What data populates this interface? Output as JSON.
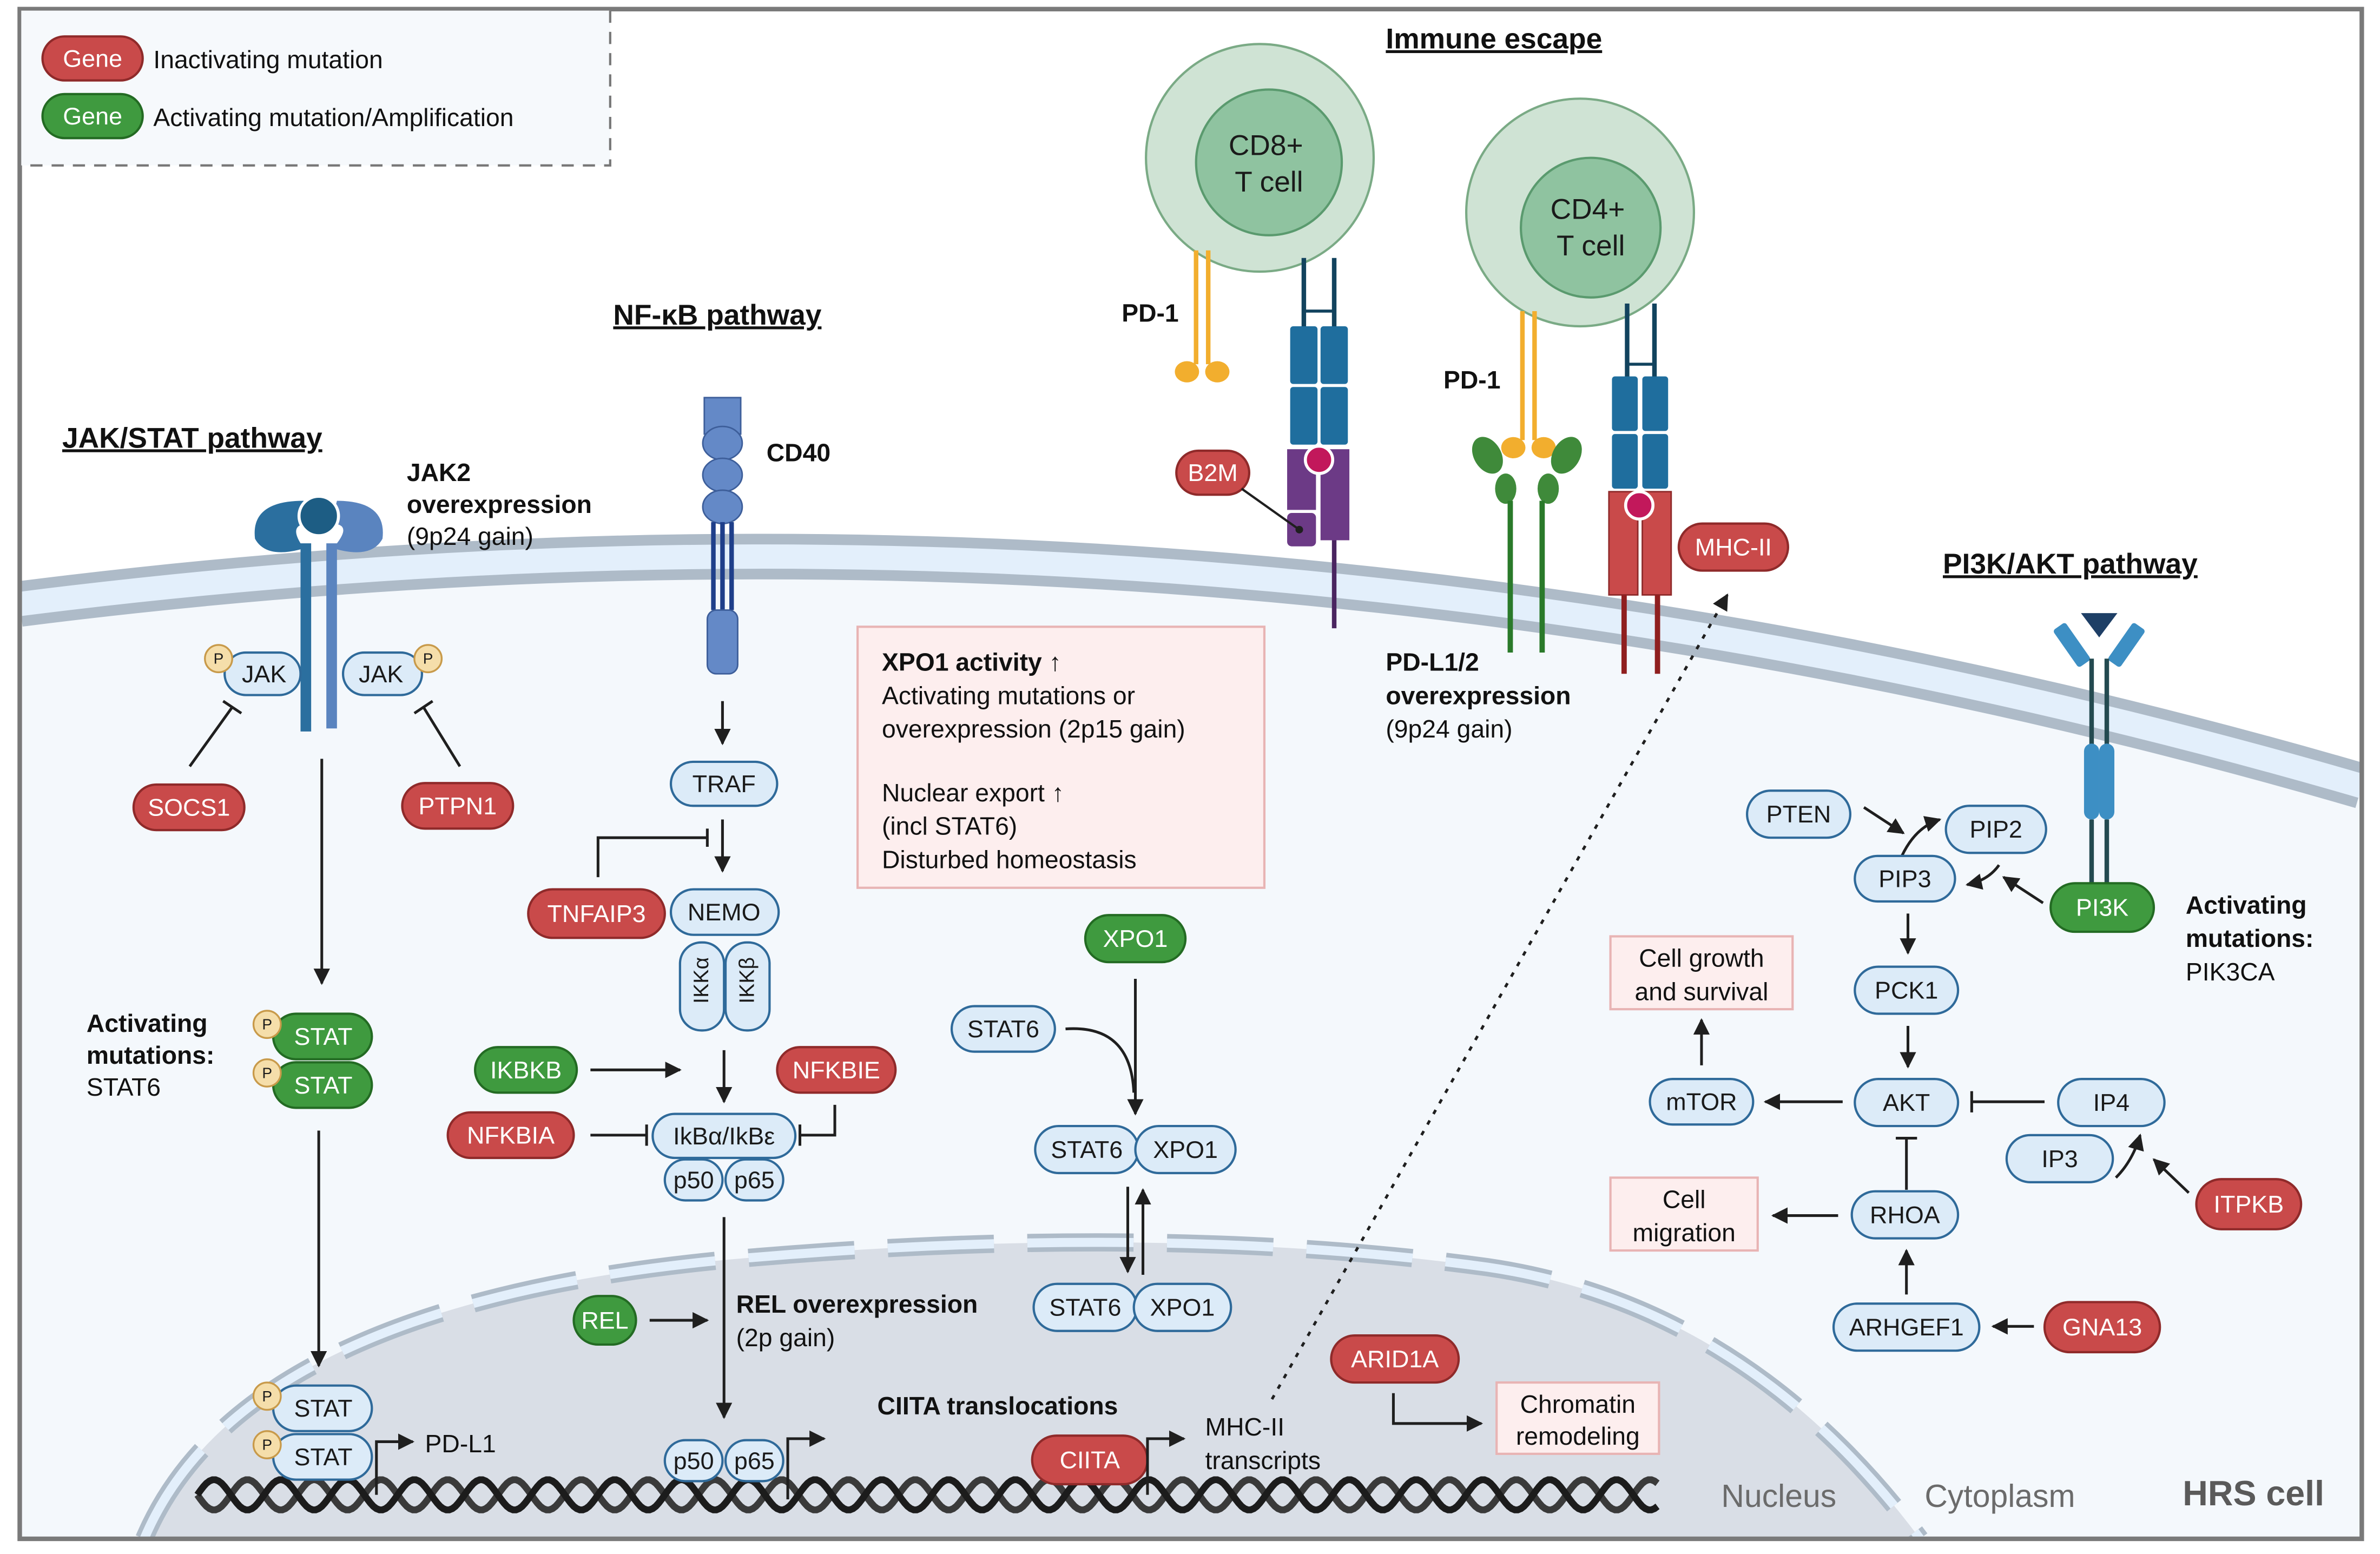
{
  "legend": {
    "items": [
      {
        "badge": "Gene",
        "label": "Inactivating mutation",
        "type": "inactivating"
      },
      {
        "badge": "Gene",
        "label": "Activating mutation/Amplification",
        "type": "activating"
      }
    ]
  },
  "colors": {
    "inactivating": "#c94a4a",
    "activating": "#3f9a3f",
    "protein_fill": "#dcebf8",
    "protein_stroke": "#2f6a9a",
    "outcome_fill": "#fdeeee",
    "outcome_stroke": "#e8b4b4",
    "cytoplasm": "#f4f8fc",
    "nucleus": "#d9dee6",
    "membrane": "#aebbc8"
  },
  "titles": {
    "jak_stat": "JAK/STAT pathway",
    "nfkb": "NF-κB pathway",
    "immune": "Immune escape",
    "pi3k": "PI3K/AKT pathway"
  },
  "jak_stat": {
    "jak2_title": "JAK2",
    "jak2_line2": "overexpression",
    "jak2_line3": "(9p24 gain)",
    "jak": "JAK",
    "p": "P",
    "socs1": "SOCS1",
    "ptpn1": "PTPN1",
    "stat": "STAT",
    "act_line1": "Activating",
    "act_line2": "mutations:",
    "act_line3": "STAT6",
    "pdl1": "PD-L1"
  },
  "nfkb": {
    "cd40": "CD40",
    "traf": "TRAF",
    "tnfaip3": "TNFAIP3",
    "nemo": "NEMO",
    "ikka": "IKKα",
    "ikkb": "IKKβ",
    "ikbkb": "IKBKB",
    "nfkbie": "NFKBIE",
    "nfkbia": "NFKBIA",
    "ikb": "IkBα/IkBε",
    "p50": "p50",
    "p65": "p65",
    "rel": "REL",
    "rel_line1": "REL overexpression",
    "rel_line2": "(2p gain)"
  },
  "xpo1_box": {
    "title": "XPO1 activity ↑",
    "line1": "Activating mutations or",
    "line2": "overexpression (2p15 gain)",
    "line3": "Nuclear export ↑",
    "line4": "(incl STAT6)",
    "line5": "Disturbed homeostasis"
  },
  "xpo1": {
    "xpo1": "XPO1",
    "stat6": "STAT6"
  },
  "immune": {
    "cd8_line1": "CD8+",
    "cd8_line2": "T cell",
    "cd4_line1": "CD4+",
    "cd4_line2": "T cell",
    "pd1": "PD-1",
    "b2m": "B2M",
    "mhcii": "MHC-II",
    "pdl_line1": "PD-L1/2",
    "pdl_line2": "overexpression",
    "pdl_line3": "(9p24 gain)"
  },
  "ciita": {
    "title": "CIITA translocations",
    "gene": "CIITA",
    "tx_line1": "MHC-II",
    "tx_line2": "transcripts",
    "arid1a": "ARID1A",
    "chrom_line1": "Chromatin",
    "chrom_line2": "remodeling"
  },
  "pi3k": {
    "pten": "PTEN",
    "pip2": "PIP2",
    "pip3": "PIP3",
    "pi3k": "PI3K",
    "act_line1": "Activating",
    "act_line2": "mutations:",
    "act_line3": "PIK3CA",
    "pck1": "PCK1",
    "akt": "AKT",
    "mtor": "mTOR",
    "ip4": "IP4",
    "ip3": "IP3",
    "itpkb": "ITPKB",
    "rhoa": "RHOA",
    "arhgef1": "ARHGEF1",
    "gna13": "GNA13",
    "growth_line1": "Cell growth",
    "growth_line2": "and survival",
    "migr_line1": "Cell",
    "migr_line2": "migration"
  },
  "regions": {
    "nucleus": "Nucleus",
    "cytoplasm": "Cytoplasm",
    "cell": "HRS cell"
  }
}
